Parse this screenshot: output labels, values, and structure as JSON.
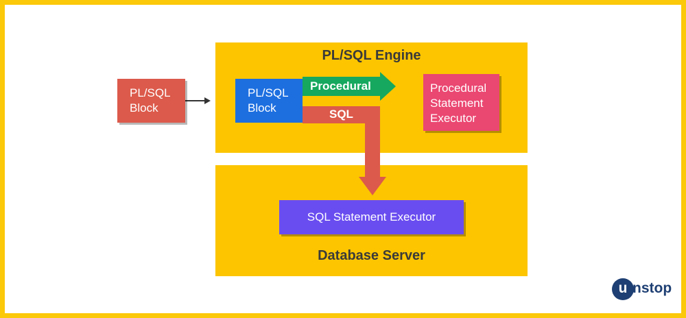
{
  "diagram": {
    "engine_title": "PL/SQL Engine",
    "server_title": "Database Server",
    "outer_block": {
      "lines": [
        "PL/SQL",
        "Block"
      ]
    },
    "inner_block": {
      "lines": [
        "PL/SQL",
        "Block"
      ]
    },
    "procedural_executor": {
      "lines": [
        "Procedural",
        "Statement",
        "Executor"
      ]
    },
    "sql_executor": "SQL Statement Executor",
    "procedural_label": "Procedural",
    "sql_label": "SQL"
  },
  "logo": {
    "badge_letter": "u",
    "rest": "nstop"
  },
  "colors": {
    "frame": "#fcc80a",
    "panel": "#fcc500",
    "block_red": "#dc5a4b",
    "block_blue": "#1d6fe0",
    "executor_pink": "#ea4771",
    "executor_purple": "#6a4df0",
    "arrow_green": "#16a85e",
    "logo_navy": "#1e3f73"
  }
}
